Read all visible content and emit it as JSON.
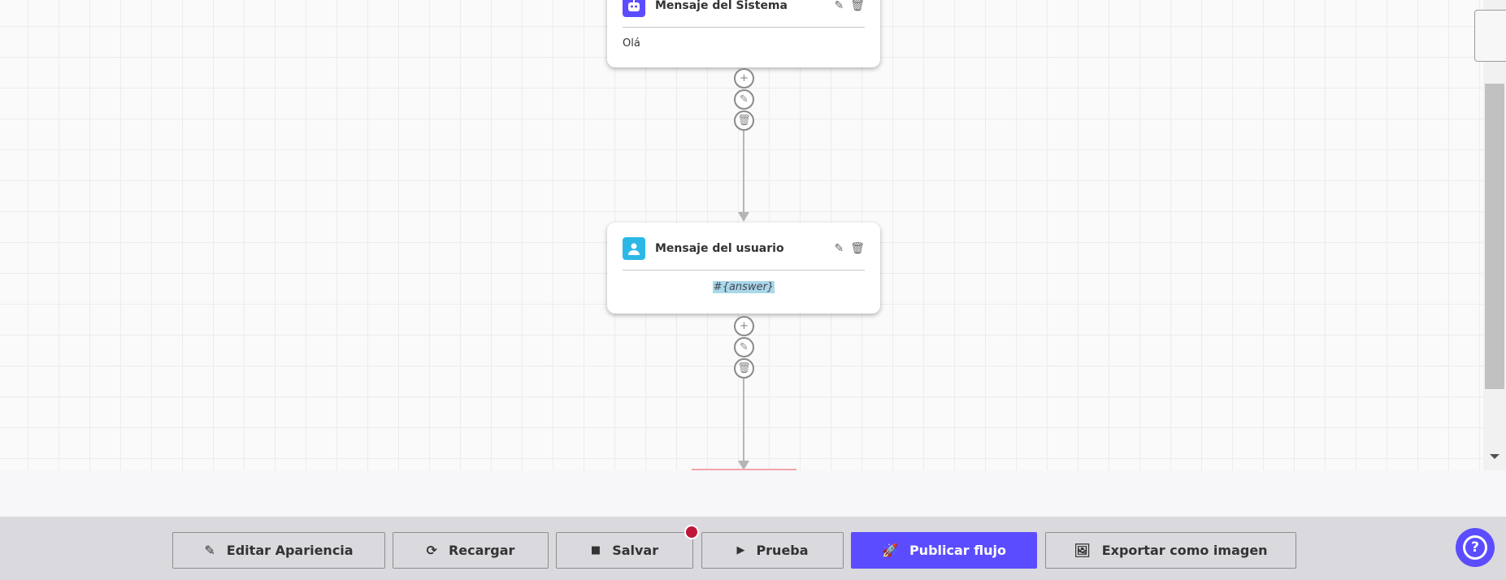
{
  "nodes": [
    {
      "title": "Mensaje del Sistema",
      "body": "Olá",
      "icon": "robot-icon",
      "icon_color": "#5b4dff"
    },
    {
      "title": "Mensaje del usuario",
      "body": "#{answer}",
      "icon": "user-icon",
      "icon_color": "#2bb8e6"
    }
  ],
  "toolbar": {
    "edit_appearance": "Editar Apariencia",
    "reload": "Recargar",
    "save": "Salvar",
    "test": "Prueba",
    "publish": "Publicar flujo",
    "export": "Exportar como imagen"
  },
  "colors": {
    "accent": "#5b4dff",
    "unsaved_dot": "#c0163a"
  },
  "help_icon": "question-circle-icon"
}
